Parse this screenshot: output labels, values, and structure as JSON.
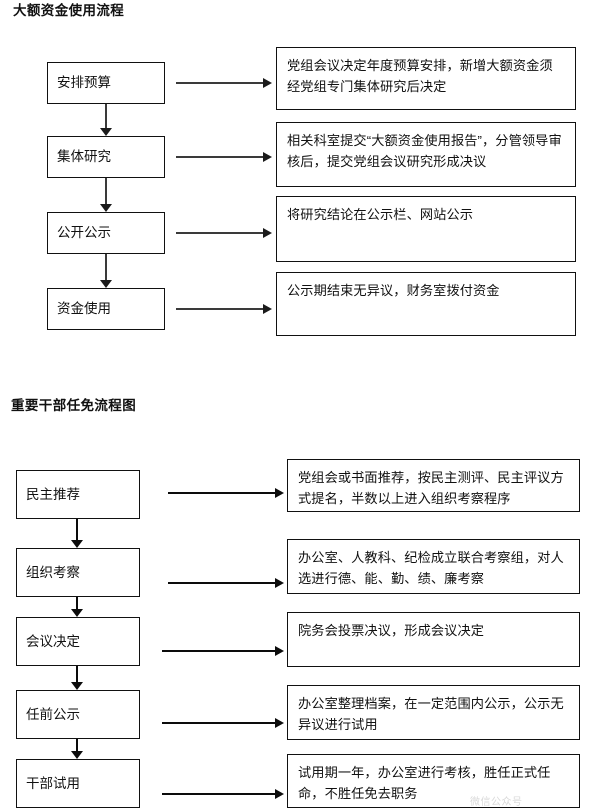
{
  "page": {
    "background": "#ffffff",
    "ink": "#111111",
    "arrow_color_chart1": "#3a3a3a",
    "arrow_color_chart2": "#0c0c0c"
  },
  "charts": [
    {
      "title": "大额资金使用流程",
      "steps": [
        {
          "node": "安排预算",
          "description": "党组会议决定年度预算安排，新增大额资金须经党组专门集体研究后决定"
        },
        {
          "node": "集体研究",
          "description": "相关科室提交“大额资金使用报告”，分管领导审核后，提交党组会议研究形成决议"
        },
        {
          "node": "公开公示",
          "description": "将研究结论在公示栏、网站公示"
        },
        {
          "node": "资金使用",
          "description": "公示期结束无异议，财务室拨付资金"
        }
      ]
    },
    {
      "title": "重要干部任免流程图",
      "steps": [
        {
          "node": "民主推荐",
          "description": "党组会或书面推荐，按民主测评、民主评议方式提名，半数以上进入组织考察程序"
        },
        {
          "node": "组织考察",
          "description": "办公室、人教科、纪检成立联合考察组，对人选进行德、能、勤、绩、廉考察"
        },
        {
          "node": "会议决定",
          "description": "院务会投票决议，形成会议决定"
        },
        {
          "node": "任前公示",
          "description": "办公室整理档案，在一定范围内公示，公示无异议进行试用"
        },
        {
          "node": "干部试用",
          "description": "试用期一年，办公室进行考核，胜任正式任命，不胜任免去职务"
        }
      ]
    }
  ],
  "watermark": {
    "text": "微信公众号"
  }
}
